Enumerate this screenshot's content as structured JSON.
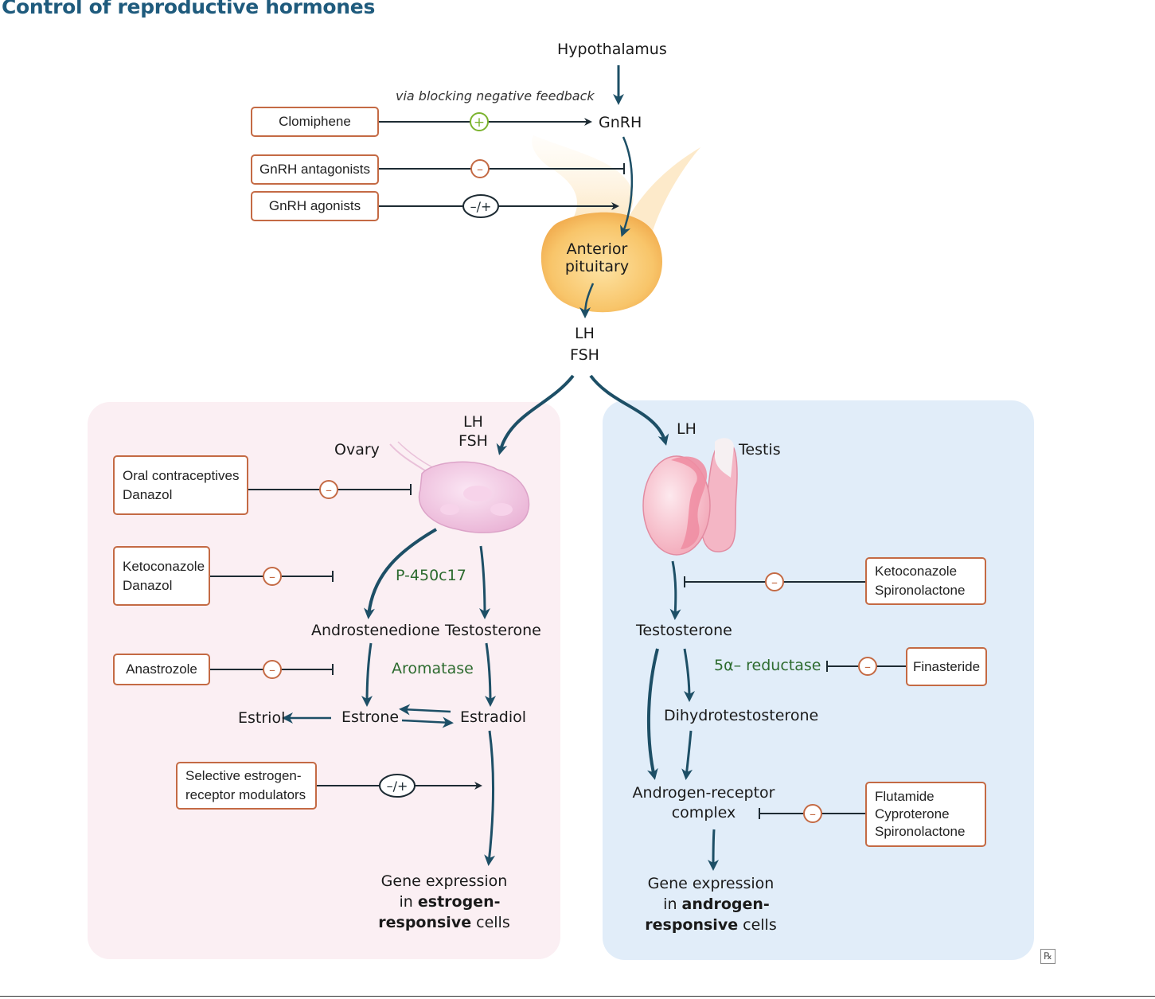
{
  "title": "Control of reproductive hormones",
  "top": {
    "hypothalamus": "Hypothalamus",
    "gnrh": "GnRH",
    "note": "via blocking negative feedback",
    "anterior_pituitary_line1": "Anterior",
    "anterior_pituitary_line2": "pituitary",
    "lh": "LH",
    "fsh": "FSH"
  },
  "top_drugs": {
    "clomiphene": "Clomiphene",
    "gnrh_antagonists": "GnRH antagonists",
    "gnrh_agonists": "GnRH agonists"
  },
  "symbols": {
    "plus": "+",
    "minus": "–",
    "minus_plus": "–/+"
  },
  "ovary_panel": {
    "lh": "LH",
    "fsh": "FSH",
    "ovary": "Ovary",
    "drug_oral_line1": "Oral contraceptives",
    "drug_oral_line2": "Danazol",
    "drug_keto_line1": "Ketoconazole",
    "drug_keto_line2": "Danazol",
    "drug_anastrozole": "Anastrozole",
    "drug_serm_line1": "Selective estrogen-",
    "drug_serm_line2": "receptor modulators",
    "p450": "P-450c17",
    "androstenedione": "Androstenedione",
    "testosterone": "Testosterone",
    "aromatase": "Aromatase",
    "estriol": "Estriol",
    "estrone": "Estrone",
    "estradiol": "Estradiol",
    "gene_line1": "Gene expression",
    "gene_in": "in",
    "gene_bold1": "estrogen-",
    "gene_bold2": "responsive",
    "gene_cells": "cells"
  },
  "testis_panel": {
    "lh": "LH",
    "testis": "Testis",
    "drug_keto_line1": "Ketoconazole",
    "drug_keto_line2": "Spironolactone",
    "testosterone": "Testosterone",
    "reductase": "5α– reductase",
    "drug_finasteride": "Finasteride",
    "dht": "Dihydrotestosterone",
    "arc_line1": "Androgen-receptor",
    "arc_line2": "complex",
    "drug_flut_line1": "Flutamide",
    "drug_flut_line2": "Cyproterone",
    "drug_flut_line3": "Spironolactone",
    "gene_line1": "Gene expression",
    "gene_in": "in",
    "gene_bold1": "androgen-",
    "gene_bold2": "responsive",
    "gene_cells": "cells"
  },
  "footer_logo": "℞",
  "colors": {
    "title": "#1f5b7d",
    "arrow": "#1d4f66",
    "drug_border": "#c46a44",
    "enzyme": "#2d6b2f",
    "plus_green": "#7bb32e",
    "panel_pink": "#fbeff3",
    "panel_blue": "#e1edf9"
  }
}
